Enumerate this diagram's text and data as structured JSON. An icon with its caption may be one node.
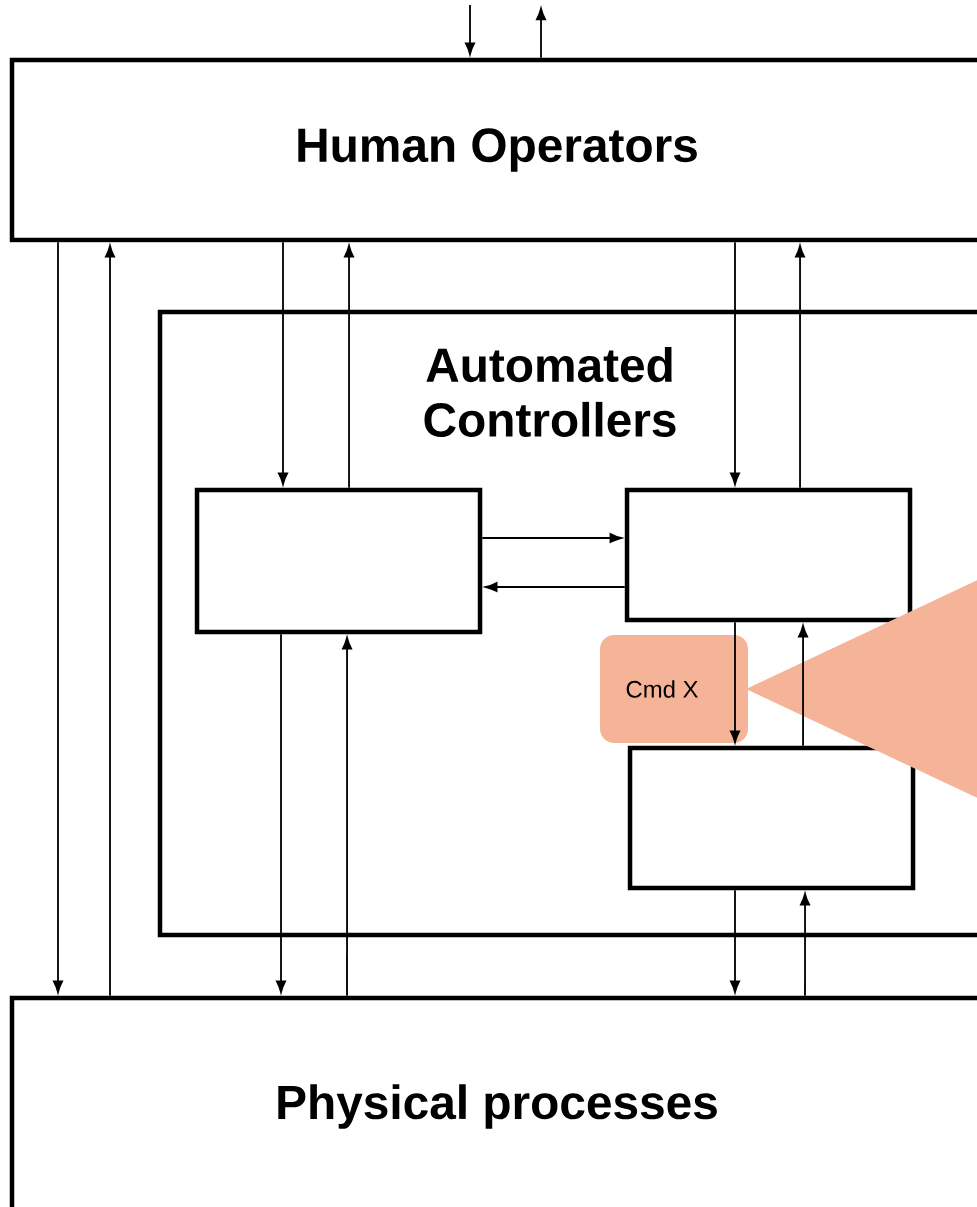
{
  "diagram": {
    "nodes": [
      {
        "text": [
          "Human Operators"
        ]
      },
      {
        "text": [
          "Automated Controllers"
        ]
      },
      {
        "text": [],
        "shape": "box",
        "in": 1
      },
      {
        "text": [],
        "shape": "box",
        "in": 1
      },
      {
        "text": [],
        "shape": "box",
        "in": 1
      },
      {
        "text": [
          "Physical processes"
        ]
      }
    ],
    "edges": [
      {
        "from": null,
        "to": 0,
        "arrow": "to"
      },
      {
        "from": 0,
        "to": null,
        "arrow": "to"
      },
      {
        "from": 0,
        "to": 5,
        "arrow": "to"
      },
      {
        "from": 5,
        "to": 0,
        "arrow": "to"
      },
      {
        "from": 0,
        "to": 2,
        "arrow": "to"
      },
      {
        "from": 2,
        "to": 0,
        "arrow": "to"
      },
      {
        "from": 0,
        "to": 3,
        "arrow": "to"
      },
      {
        "from": 3,
        "to": 0,
        "arrow": "to"
      },
      {
        "from": 2,
        "to": 3,
        "arrow": "to"
      },
      {
        "from": 3,
        "to": 2,
        "arrow": "to"
      },
      {
        "from": 3,
        "to": 4,
        "arrow": "to",
        "label": "Cmd X"
      },
      {
        "from": 4,
        "to": 3,
        "arrow": "to"
      },
      {
        "from": 2,
        "to": 5,
        "arrow": "to"
      },
      {
        "from": 5,
        "to": 2,
        "arrow": "to"
      },
      {
        "from": 4,
        "to": 5,
        "arrow": "to"
      },
      {
        "from": 5,
        "to": 4,
        "arrow": "to"
      }
    ]
  }
}
